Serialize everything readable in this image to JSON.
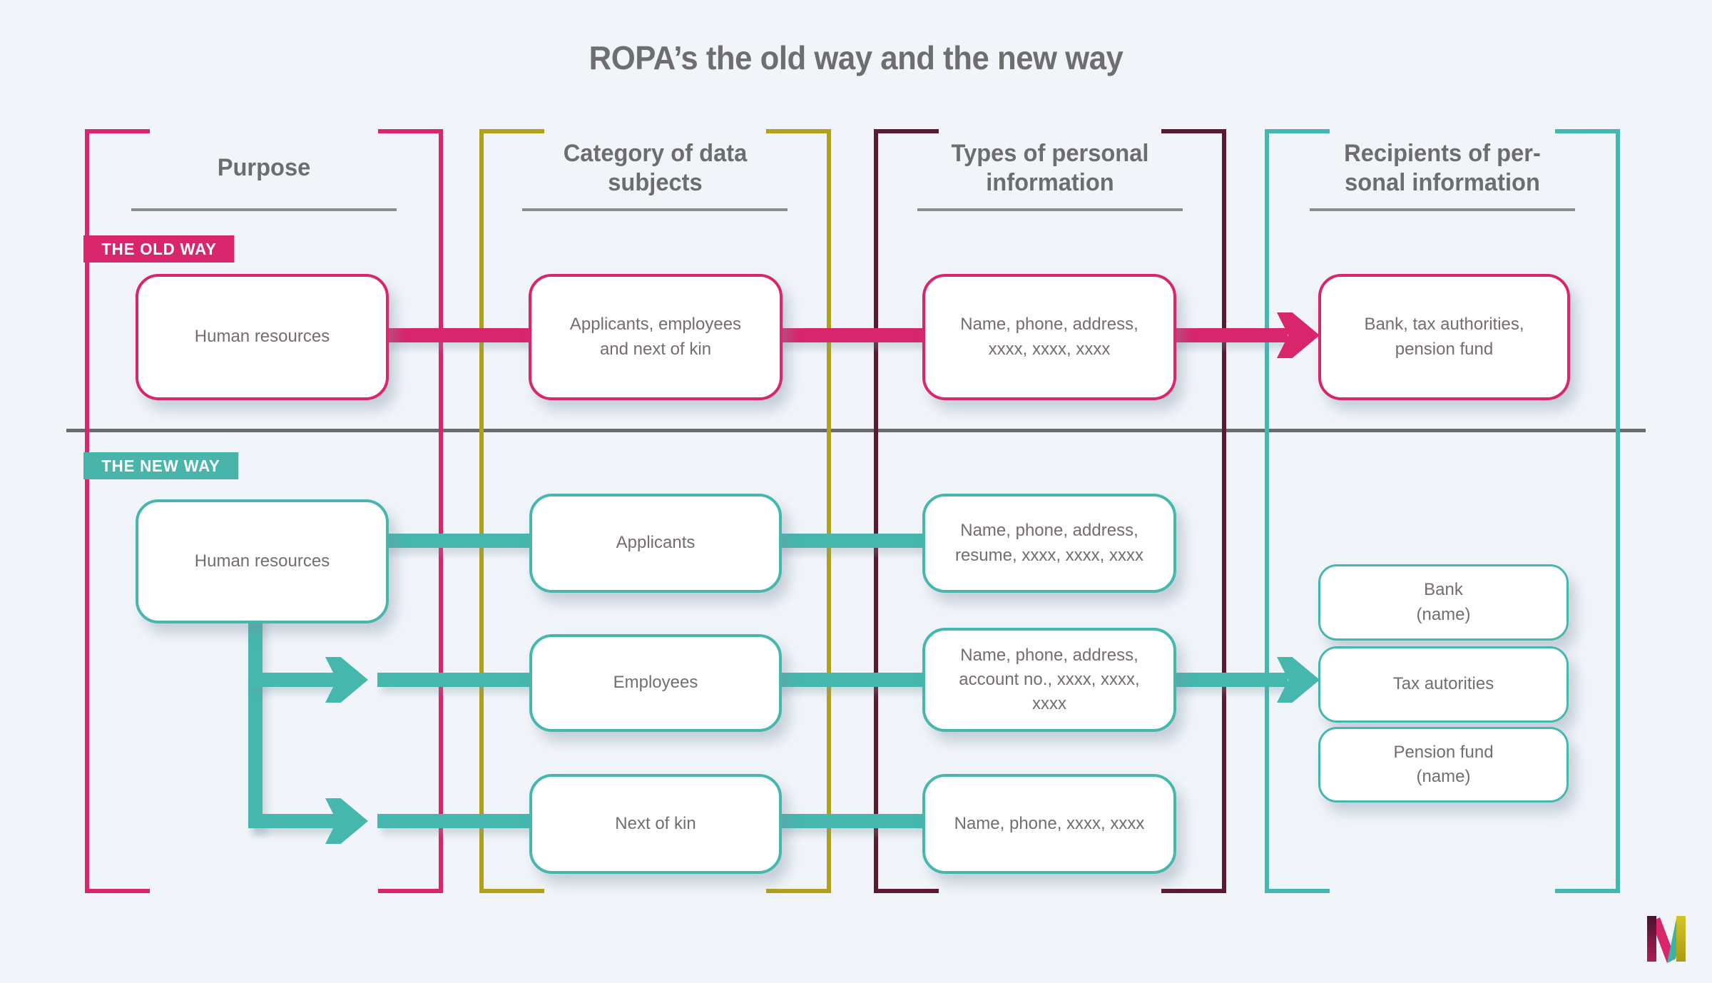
{
  "title": "ROPA’s the old way and the new way",
  "columns": [
    {
      "label": "Purpose"
    },
    {
      "label": "Category of data\nsubjects"
    },
    {
      "label": "Types of personal\ninformation"
    },
    {
      "label": "Recipients of per-\nsonal information"
    }
  ],
  "sections": {
    "old": {
      "badge": "THE OLD WAY"
    },
    "new": {
      "badge": "THE NEW WAY"
    }
  },
  "old_way": {
    "purpose": "Human resources",
    "category": "Applicants, employees\nand next of kin",
    "types": "Name, phone, address,\nxxxx, xxxx, xxxx",
    "recipients": "Bank, tax authorities,\npension fund"
  },
  "new_way": {
    "purpose": "Human resources",
    "rows": [
      {
        "category": "Applicants",
        "types": "Name, phone, address,\nresume, xxxx, xxxx, xxxx"
      },
      {
        "category": "Employees",
        "types": "Name, phone, address,\naccount no., xxxx, xxxx,\nxxxx"
      },
      {
        "category": "Next of kin",
        "types": "Name, phone, xxxx, xxxx"
      }
    ],
    "recipients": [
      {
        "label": "Bank\n(name)"
      },
      {
        "label": "Tax autorities"
      },
      {
        "label": "Pension fund\n(name)"
      }
    ]
  },
  "colors": {
    "background": "#f1f5f9",
    "old_accent": "#d8256c",
    "new_accent": "#45b7ad",
    "col_purpose_bracket": "#d8256c",
    "col_category_bracket": "#b1a01a",
    "col_types_bracket": "#5a1b30",
    "col_recipients_bracket": "#43b8b0",
    "text_gray": "#6d6d6d",
    "divider_gray": "#6a6a6a"
  }
}
